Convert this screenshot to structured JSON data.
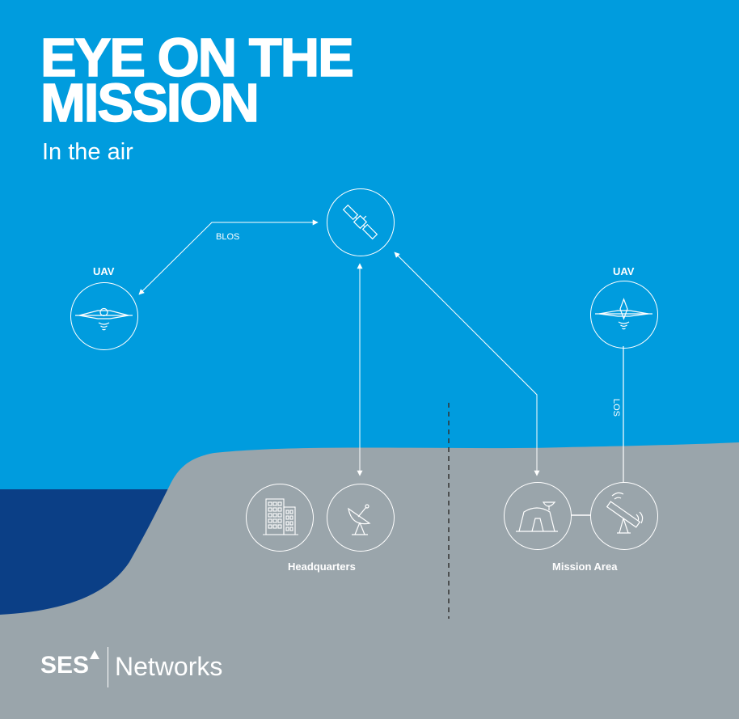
{
  "title": {
    "line1": "EYE ON THE",
    "line2": "MISSION"
  },
  "subtitle": "In the air",
  "nodes": {
    "uav_left_label": "UAV",
    "uav_right_label": "UAV",
    "headquarters_label": "Headquarters",
    "mission_area_label": "Mission Area"
  },
  "links": {
    "blos": "BLOS",
    "los": "LOS"
  },
  "icons": {
    "satellite": "satellite-icon",
    "uav": "uav-icon",
    "building": "office-building-icon",
    "dish": "satellite-dish-icon",
    "tent": "field-tent-icon",
    "terminal": "ground-terminal-icon"
  },
  "footer": {
    "brand": "SES",
    "brand_sub": "Networks"
  },
  "colors": {
    "sky": "#009CDE",
    "ground": "#9AA5AB",
    "sea": "#0B3F86",
    "line": "#FFFFFF",
    "divider": "#333333"
  }
}
